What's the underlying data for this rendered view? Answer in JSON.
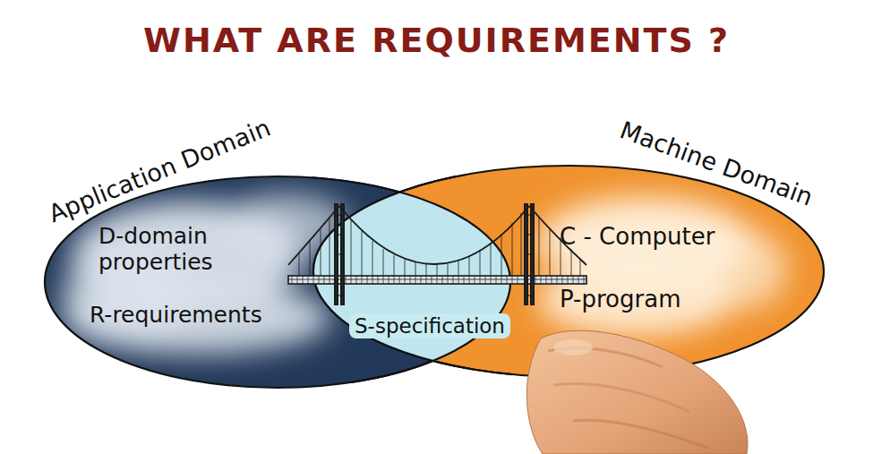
{
  "diagram": {
    "title": "WHAT ARE REQUIREMENTS ?",
    "nodes": [
      {
        "text": [
          "Application Domain",
          "D-domain properties",
          "R-requirements"
        ]
      },
      {
        "text": [
          "Machine Domain",
          "C - Computer",
          "P-program"
        ]
      },
      {
        "text": [
          "S-specification"
        ]
      }
    ]
  }
}
